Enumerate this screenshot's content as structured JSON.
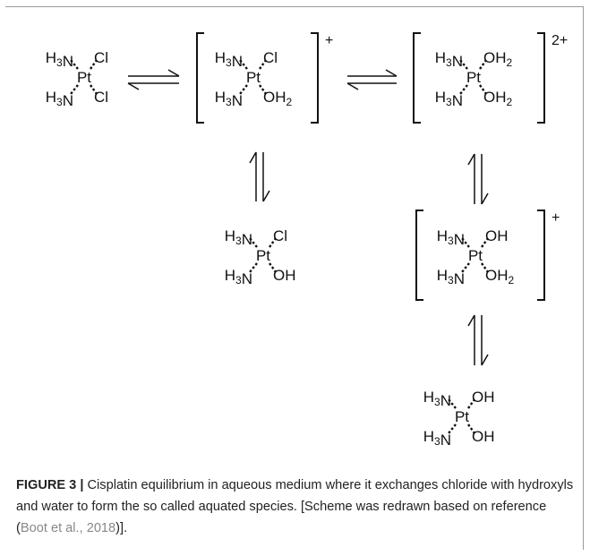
{
  "scheme": {
    "species": [
      {
        "id": "cisplatin",
        "ligands": [
          "H3N",
          "H3N",
          "Cl",
          "Cl"
        ]
      },
      {
        "id": "monoaqua",
        "ligands": [
          "H3N",
          "H3N",
          "Cl",
          "OH2"
        ],
        "charge": "+"
      },
      {
        "id": "diaqua",
        "ligands": [
          "H3N",
          "H3N",
          "OH2",
          "OH2"
        ],
        "charge": "2+"
      },
      {
        "id": "hydroxo-chloro",
        "ligands": [
          "H3N",
          "H3N",
          "Cl",
          "OH"
        ]
      },
      {
        "id": "hydroxo-aqua",
        "ligands": [
          "H3N",
          "H3N",
          "OH",
          "OH2"
        ],
        "charge": "+"
      },
      {
        "id": "dihydroxo",
        "ligands": [
          "H3N",
          "H3N",
          "OH",
          "OH"
        ]
      }
    ],
    "center_atom": "Pt"
  },
  "caption": {
    "label": "FIGURE 3 |",
    "text": " Cisplatin equilibrium in aqueous medium where it exchanges chloride with hydroxyls and water to form the so called aquated species. [Scheme was redrawn based on reference (",
    "citation": "Boot et al., 2018",
    "tail": ")]."
  }
}
